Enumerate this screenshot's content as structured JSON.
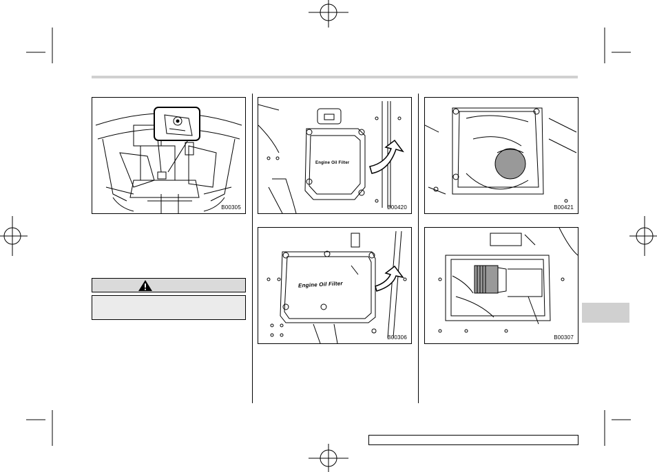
{
  "figures": {
    "fig1": {
      "code": "B00305"
    },
    "fig2": {
      "code": "B00420",
      "label": "Engine Oil Filter"
    },
    "fig3": {
      "code": "B00421"
    },
    "fig4": {
      "code": "B00306",
      "label": "Engine Oil Filter"
    },
    "fig5": {
      "code": "B00307"
    }
  },
  "warning": {
    "icon": "warning-triangle-icon",
    "text": ""
  },
  "colors": {
    "side_tab": "#d0d0d0",
    "header_bar": "#d0d0d0",
    "warning_header": "#dadada",
    "warning_body": "#ebebeb",
    "filter_gray": "#999999"
  }
}
